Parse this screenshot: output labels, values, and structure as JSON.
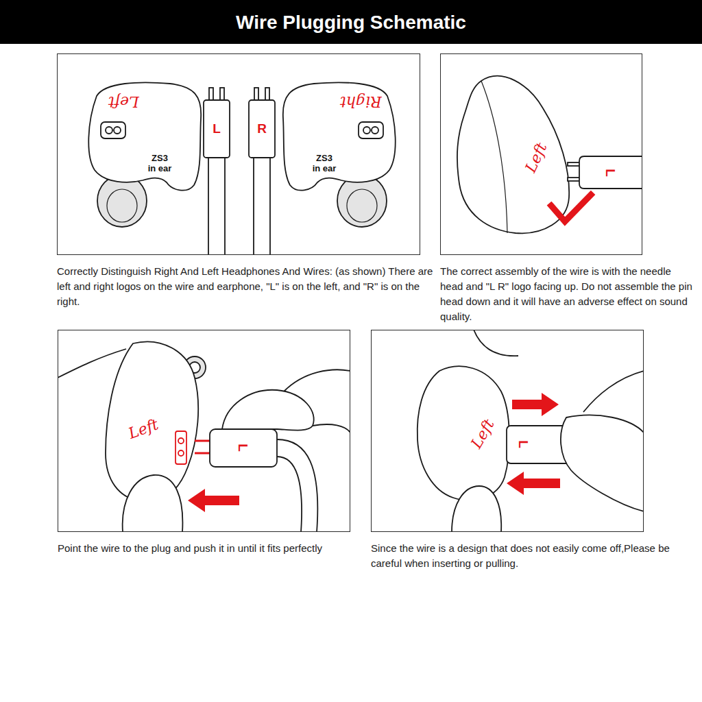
{
  "diagram": {
    "title": "Wire Plugging Schematic",
    "nodes": [
      {
        "text": [
          "Correctly Distinguish Right And Left Headphones And Wires: (as shown) There are left and right logos on the wire and earphone, \"L\" is on the left, and \"R\" is on the right."
        ]
      },
      {
        "text": [
          "The correct assembly of the wire is with the needle head and \"L R\" logo facing up. Do not assemble the pin head down and it will have an adverse effect on sound quality."
        ]
      },
      {
        "text": [
          "Point the wire to the plug and push it in until it fits perfectly"
        ]
      },
      {
        "text": [
          "Since the wire is a design that does not easily come off,Please be careful when inserting or pulling."
        ]
      }
    ],
    "labels": [
      "Left",
      "ZS3 in ear",
      "L",
      "R",
      "Right",
      "ZS3 in ear",
      "Left",
      "L",
      "Left",
      "L",
      "Left",
      "L"
    ]
  }
}
